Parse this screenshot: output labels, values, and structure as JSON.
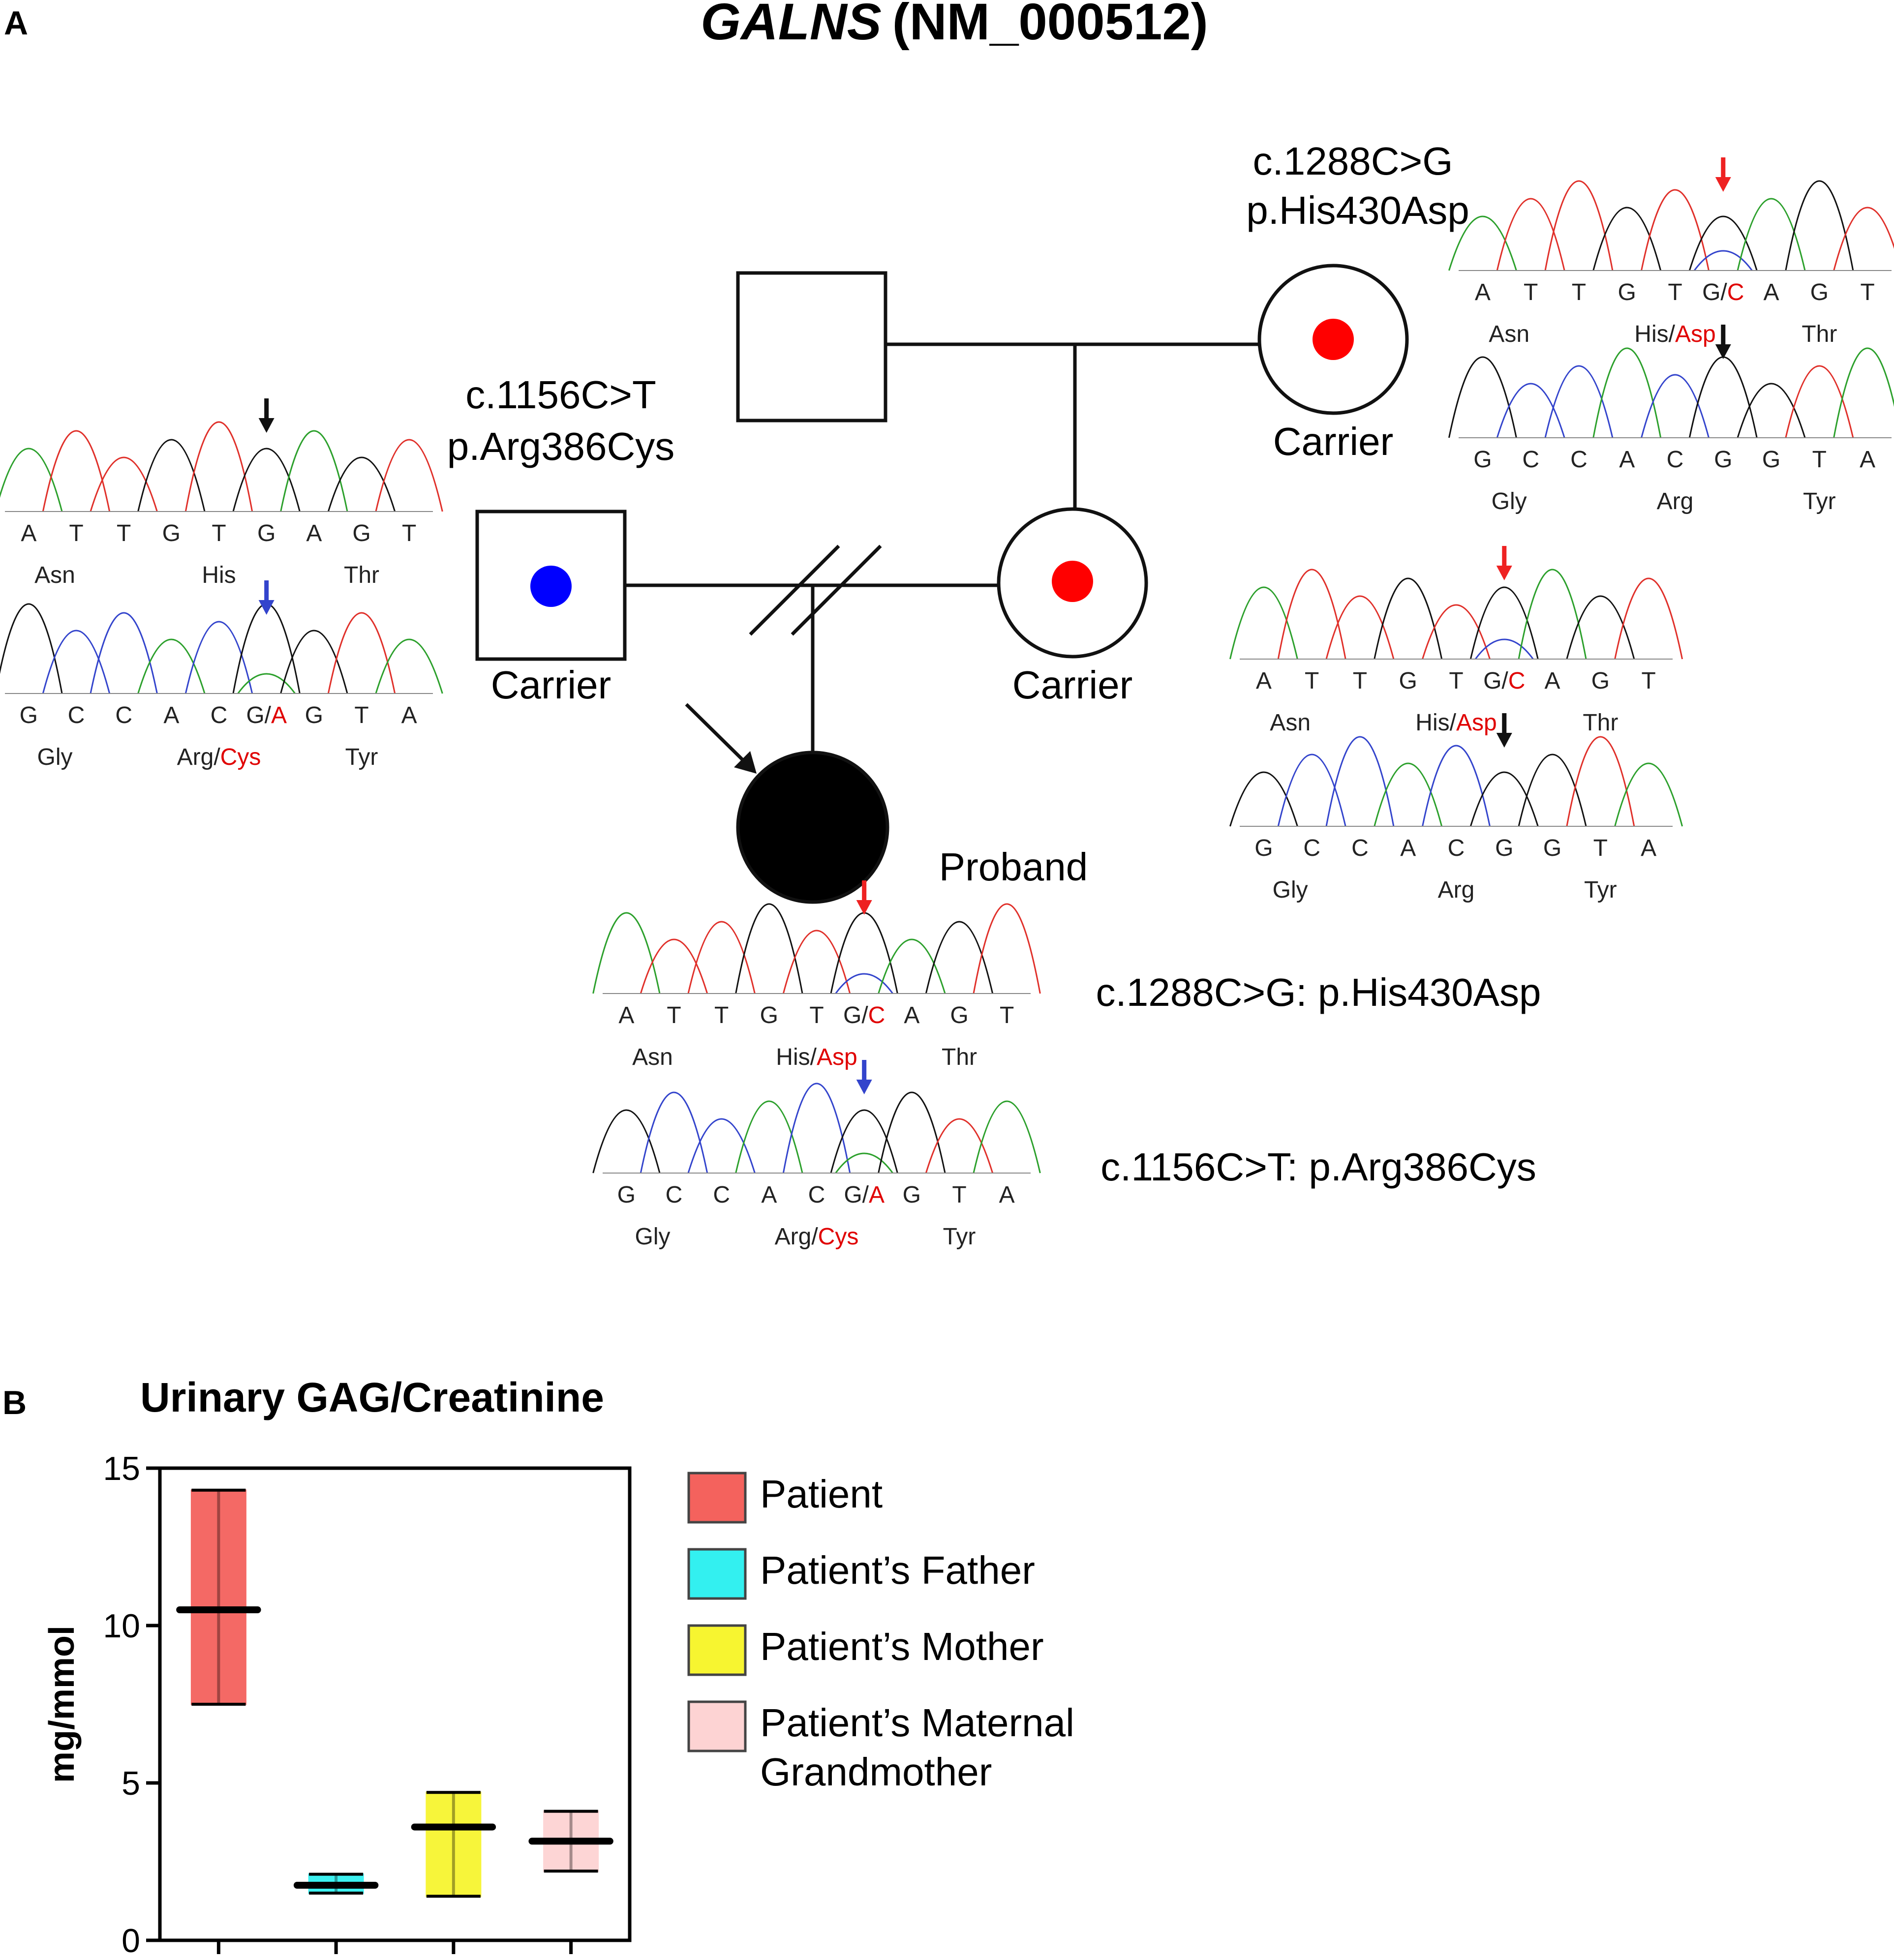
{
  "panel_a": {
    "label": "A",
    "gene": "GALNS",
    "transcript": "(NM_000512)",
    "pedigree": {
      "grandmother": {
        "variant_c": "c.1288C>G",
        "variant_p": "p.His430Asp",
        "status": "Carrier",
        "dot_color": "#ff0000"
      },
      "father": {
        "variant_c": "c.1156C>T",
        "variant_p": "p.Arg386Cys",
        "status": "Carrier",
        "dot_color": "#0000ff"
      },
      "mother": {
        "status": "Carrier",
        "dot_color": "#ff0000"
      },
      "proband": {
        "label": "Proband"
      }
    },
    "chromatograms": [
      {
        "name": "grandmother-his430",
        "bases": [
          "A",
          "T",
          "T",
          "G",
          "T",
          "G/C",
          "A",
          "G",
          "T"
        ],
        "codons": [
          {
            "pre": "Asn",
            "mut": ""
          },
          {
            "pre": "His/",
            "mut": "Asp"
          },
          {
            "pre": "Thr",
            "mut": ""
          }
        ],
        "arrow_color": "#ee2222"
      },
      {
        "name": "grandmother-arg386",
        "bases": [
          "G",
          "C",
          "C",
          "A",
          "C",
          "G",
          "G",
          "T",
          "A"
        ],
        "codons": [
          {
            "pre": "Gly",
            "mut": ""
          },
          {
            "pre": "Arg",
            "mut": ""
          },
          {
            "pre": "Tyr",
            "mut": ""
          }
        ],
        "arrow_color": "#111111"
      },
      {
        "name": "father-his430",
        "bases": [
          "A",
          "T",
          "T",
          "G",
          "T",
          "G",
          "A",
          "G",
          "T"
        ],
        "codons": [
          {
            "pre": "Asn",
            "mut": ""
          },
          {
            "pre": "His",
            "mut": ""
          },
          {
            "pre": "Thr",
            "mut": ""
          }
        ],
        "arrow_color": "#111111"
      },
      {
        "name": "father-arg386",
        "bases": [
          "G",
          "C",
          "C",
          "A",
          "C",
          "G/A",
          "G",
          "T",
          "A"
        ],
        "codons": [
          {
            "pre": "Gly",
            "mut": ""
          },
          {
            "pre": "Arg/",
            "mut": "Cys"
          },
          {
            "pre": "Tyr",
            "mut": ""
          }
        ],
        "arrow_color": "#3344cc"
      },
      {
        "name": "mother-his430",
        "bases": [
          "A",
          "T",
          "T",
          "G",
          "T",
          "G/C",
          "A",
          "G",
          "T"
        ],
        "codons": [
          {
            "pre": "Asn",
            "mut": ""
          },
          {
            "pre": "His/",
            "mut": "Asp"
          },
          {
            "pre": "Thr",
            "mut": ""
          }
        ],
        "arrow_color": "#ee2222"
      },
      {
        "name": "mother-arg386",
        "bases": [
          "G",
          "C",
          "C",
          "A",
          "C",
          "G",
          "G",
          "T",
          "A"
        ],
        "codons": [
          {
            "pre": "Gly",
            "mut": ""
          },
          {
            "pre": "Arg",
            "mut": ""
          },
          {
            "pre": "Tyr",
            "mut": ""
          }
        ],
        "arrow_color": "#111111"
      },
      {
        "name": "proband-his430",
        "bases": [
          "A",
          "T",
          "T",
          "G",
          "T",
          "G/C",
          "A",
          "G",
          "T"
        ],
        "codons": [
          {
            "pre": "Asn",
            "mut": ""
          },
          {
            "pre": "His/",
            "mut": "Asp"
          },
          {
            "pre": "Thr",
            "mut": ""
          }
        ],
        "arrow_color": "#ee2222"
      },
      {
        "name": "proband-arg386",
        "bases": [
          "G",
          "C",
          "C",
          "A",
          "C",
          "G/A",
          "G",
          "T",
          "A"
        ],
        "codons": [
          {
            "pre": "Gly",
            "mut": ""
          },
          {
            "pre": "Arg/",
            "mut": "Cys"
          },
          {
            "pre": "Tyr",
            "mut": ""
          }
        ],
        "arrow_color": "#3344cc"
      }
    ],
    "proband_variant_labels": [
      "c.1288C>G: p.His430Asp",
      "c.1156C>T: p.Arg386Cys"
    ]
  },
  "panel_b": {
    "label": "B",
    "chart_data": {
      "type": "box",
      "title": "Urinary GAG/Creatinine",
      "ylabel": "mg/mmol",
      "ylim": [
        0,
        15
      ],
      "yticks": [
        0,
        5,
        10,
        15
      ],
      "series": [
        {
          "name": "Patient",
          "min": 7.5,
          "max": 14.3,
          "median": 10.5,
          "color": "#f4625d"
        },
        {
          "name": "Patient’s Father",
          "min": 1.5,
          "max": 2.1,
          "median": 1.75,
          "color": "#33f0f0"
        },
        {
          "name": "Patient’s Mother",
          "min": 1.4,
          "max": 4.7,
          "median": 3.6,
          "color": "#f7f530"
        },
        {
          "name": "Patient’s Maternal Grandmother",
          "min": 2.2,
          "max": 4.1,
          "median": 3.15,
          "color": "#fdd3d3"
        }
      ],
      "legend_lines": [
        [
          "Patient"
        ],
        [
          "Patient’s Father"
        ],
        [
          "Patient’s Mother"
        ],
        [
          "Patient’s Maternal",
          "Grandmother"
        ]
      ]
    }
  }
}
